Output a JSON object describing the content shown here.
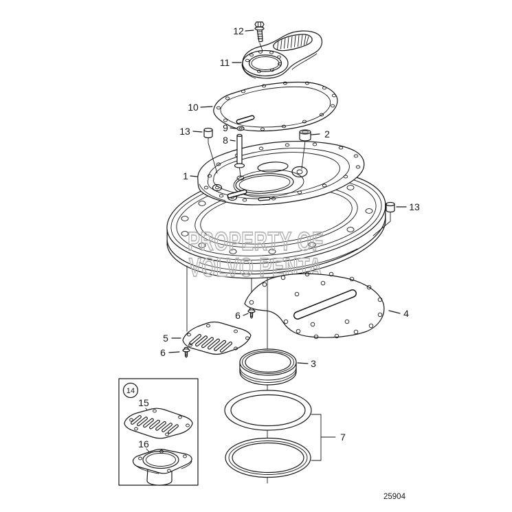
{
  "diagram": {
    "title": "exploded parts diagram",
    "drawing_number": "25904",
    "watermark": {
      "line1": "PROPERTY OF",
      "line2": "VOLVO PENTA",
      "color": "#b2b2b2"
    },
    "line_color": "#161616",
    "callouts": {
      "n1": "1",
      "n2": "2",
      "n3": "3",
      "n4": "4",
      "n5": "5",
      "n6a": "6",
      "n6b": "6",
      "n7": "7",
      "n8": "8",
      "n9": "9",
      "n10": "10",
      "n11": "11",
      "n12": "12",
      "n13a": "13",
      "n13b": "13",
      "n14": "14",
      "n15": "15",
      "n16": "16"
    }
  }
}
